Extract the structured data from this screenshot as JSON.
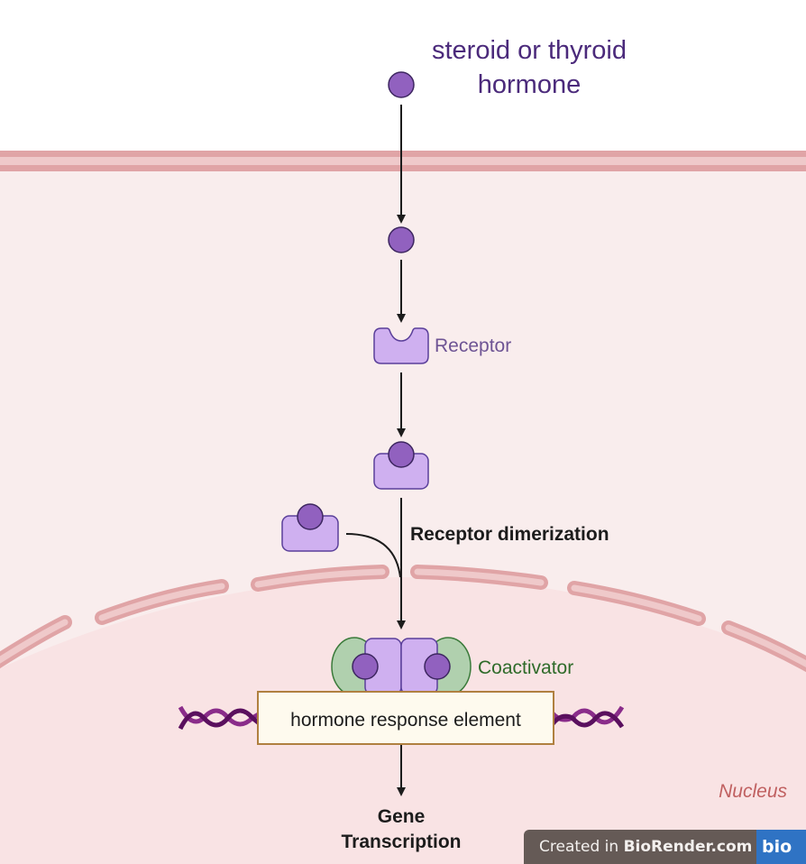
{
  "title": "Steroid / thyroid hormone signaling pathway",
  "labels": {
    "hormone_line1": "steroid or thyroid",
    "hormone_line2": "hormone",
    "receptor": "Receptor",
    "dimerization": "Receptor dimerization",
    "coactivator": "Coactivator",
    "hre": "hormone response element",
    "output_line1": "Gene",
    "output_line2": "Transcription",
    "nucleus": "Nucleus"
  },
  "watermark": {
    "prefix": "Created in ",
    "brand": "BioRender.com",
    "logo": "bio"
  },
  "colors": {
    "hormone_fill": "#9161bf",
    "hormone_stroke": "#3d2660",
    "receptor_fill": "#cfb0f0",
    "receptor_stroke": "#5a3f9a",
    "coactivator_fill": "#b0d0ae",
    "coactivator_stroke": "#3a7a3a",
    "membrane": "#e0a4a6",
    "membrane_inner": "#efc9ca",
    "cytoplasm": "#f9eded",
    "nucleoplasm": "#f9e3e4",
    "dna_a": "#5a0f5e",
    "dna_b": "#8a2c8a",
    "hre_fill": "#fefaee",
    "hre_stroke": "#b08040",
    "hormone_text": "#4b2a7b",
    "receptor_text": "#6e5494",
    "coactivator_text": "#2f6b2a",
    "nucleus_text": "#c06060"
  }
}
